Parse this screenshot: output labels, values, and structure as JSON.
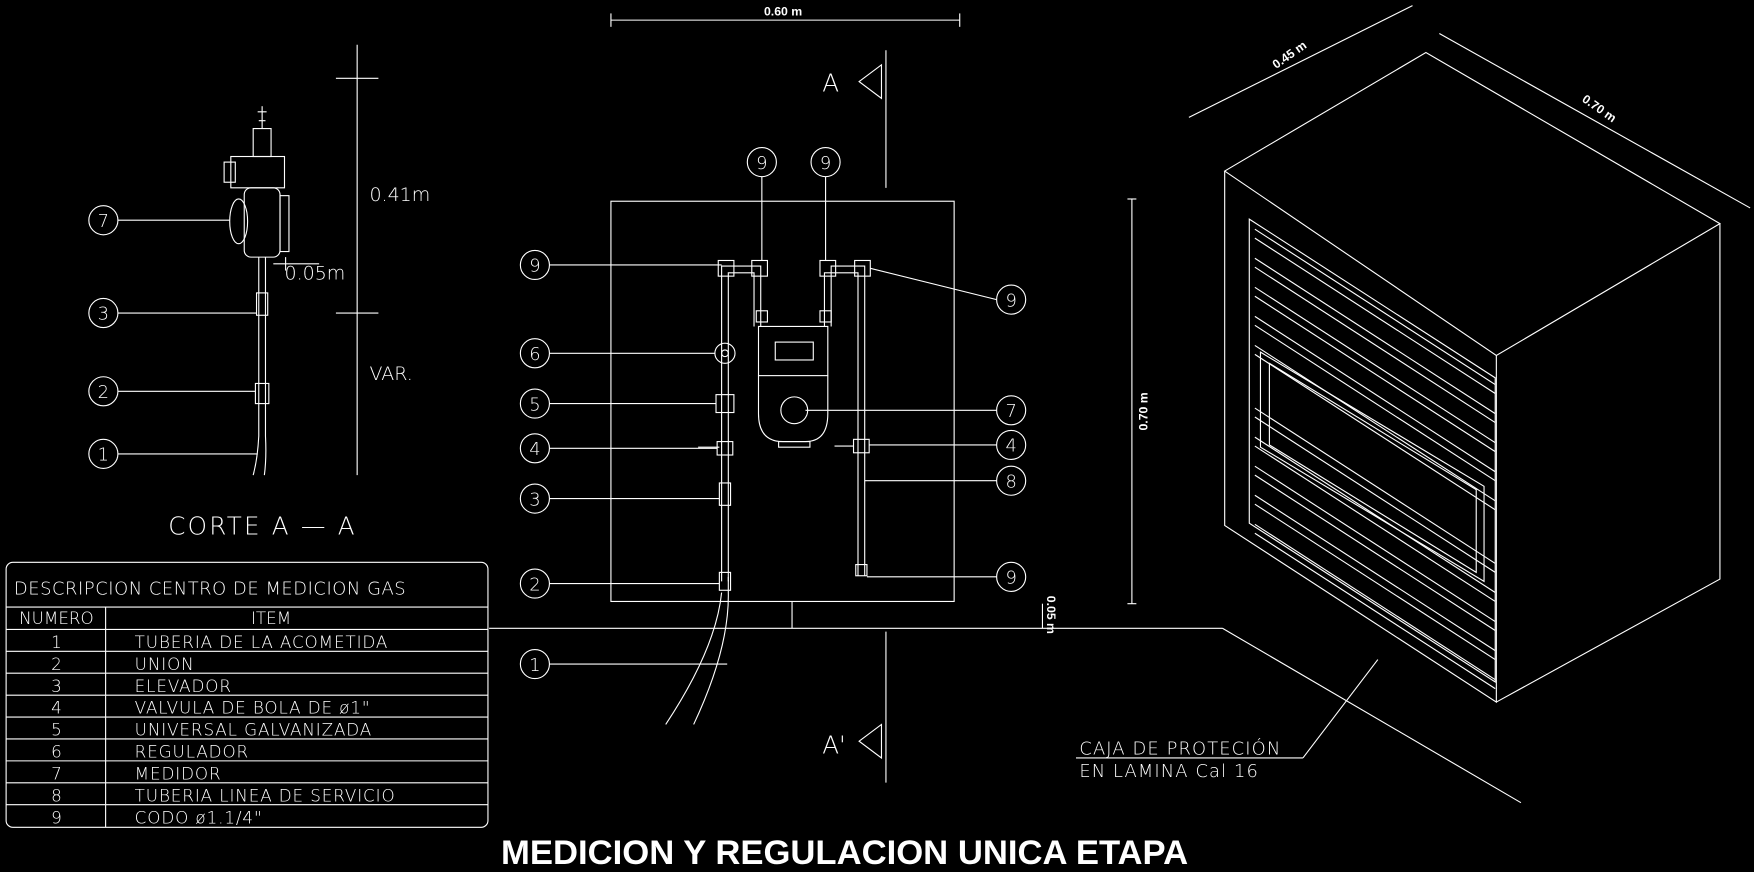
{
  "title": "MEDICION Y REGULACION UNICA ETAPA",
  "dimensions": {
    "width_top": "0.60 m",
    "depth": "0.45 m",
    "length": "0.70 m",
    "height": "0.70 m",
    "base": "0.05 m",
    "section_height": "0.41m",
    "section_offset": "0.05m",
    "section_var": "VAR."
  },
  "section": {
    "label": "CORTE A — A",
    "marker_top": "A",
    "marker_bottom": "A'"
  },
  "section_callouts": [
    "7",
    "3",
    "2",
    "1"
  ],
  "front_callouts": {
    "left": [
      "9",
      "6",
      "5",
      "4",
      "3",
      "2",
      "1"
    ],
    "top": [
      "9",
      "9"
    ],
    "right": [
      "9",
      "7",
      "4",
      "8",
      "9"
    ]
  },
  "box_note": {
    "line1": "CAJA DE PROTECIÓN",
    "line2": "EN LAMINA Cal 16"
  },
  "table": {
    "title": "DESCRIPCION CENTRO DE MEDICION GAS",
    "headers": [
      "NUMERO",
      "ITEM"
    ],
    "rows": [
      {
        "num": "1",
        "item": "TUBERIA DE LA ACOMETIDA"
      },
      {
        "num": "2",
        "item": "UNION"
      },
      {
        "num": "3",
        "item": "ELEVADOR"
      },
      {
        "num": "4",
        "item": "VALVULA DE BOLA DE ø1\""
      },
      {
        "num": "5",
        "item": "UNIVERSAL GALVANIZADA"
      },
      {
        "num": "6",
        "item": "REGULADOR"
      },
      {
        "num": "7",
        "item": "MEDIDOR"
      },
      {
        "num": "8",
        "item": "TUBERIA LINEA DE SERVICIO"
      },
      {
        "num": "9",
        "item": "CODO ø1.1/4\""
      }
    ]
  }
}
